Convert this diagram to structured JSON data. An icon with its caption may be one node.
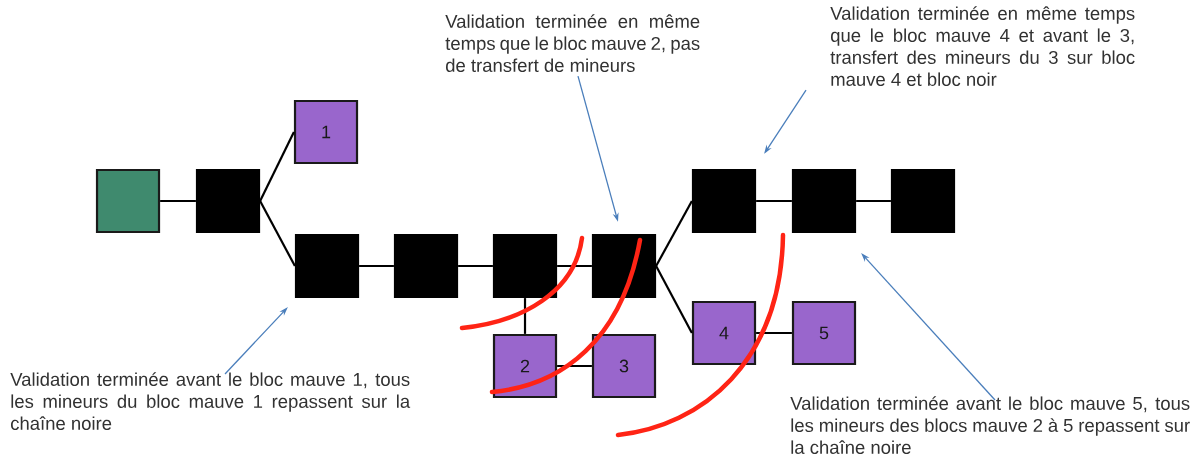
{
  "diagram": {
    "nodes": [
      {
        "text": [],
        "shape": "box"
      },
      {
        "text": [],
        "shape": "box"
      },
      {
        "text": [
          "1"
        ]
      },
      {
        "text": [],
        "shape": "box"
      },
      {
        "text": [],
        "shape": "box"
      },
      {
        "text": [],
        "shape": "box"
      },
      {
        "text": [],
        "shape": "box"
      },
      {
        "text": [
          "2"
        ]
      },
      {
        "text": [
          "3"
        ]
      },
      {
        "text": [],
        "shape": "box"
      },
      {
        "text": [],
        "shape": "box"
      },
      {
        "text": [],
        "shape": "box"
      },
      {
        "text": [
          "4"
        ]
      },
      {
        "text": [
          "5"
        ]
      },
      {
        "text": [
          "Validation terminée avant le bloc mauve 1, tous les mineurs du bloc mauve 1 repassent sur la chaîne noire"
        ]
      },
      {
        "text": [
          "Validation terminée en même temps que le bloc mauve 2, pas de transfert de mineurs"
        ]
      },
      {
        "text": [
          "Validation terminée en même temps que le bloc mauve 4 et avant le 3, transfert des mineurs du 3 sur bloc mauve 4 et bloc noir"
        ]
      },
      {
        "text": [
          "Validation terminée avant le bloc mauve 5, tous les mineurs des blocs mauve 2 à 5 repassent sur la chaîne noire"
        ]
      }
    ],
    "edges": [
      {
        "from": 0,
        "to": 1,
        "arrow": "none"
      },
      {
        "from": 1,
        "to": 2,
        "arrow": "none"
      },
      {
        "from": 1,
        "to": 3,
        "arrow": "none"
      },
      {
        "from": 3,
        "to": 4,
        "arrow": "none"
      },
      {
        "from": 4,
        "to": 5,
        "arrow": "none"
      },
      {
        "from": 5,
        "to": 6,
        "arrow": "none"
      },
      {
        "from": 5,
        "to": 7,
        "arrow": "none"
      },
      {
        "from": 7,
        "to": 8,
        "arrow": "none"
      },
      {
        "from": 6,
        "to": 9,
        "arrow": "none"
      },
      {
        "from": 6,
        "to": 12,
        "arrow": "none"
      },
      {
        "from": 9,
        "to": 10,
        "arrow": "none"
      },
      {
        "from": 10,
        "to": 11,
        "arrow": "none"
      },
      {
        "from": 12,
        "to": 13,
        "arrow": "none"
      },
      {
        "from": 14,
        "to": 3,
        "arrow": "to",
        "color": "#4a7ebb"
      },
      {
        "from": 15,
        "to": 6,
        "arrow": "to",
        "color": "#4a7ebb"
      },
      {
        "from": 16,
        "to": 9,
        "arrow": "to",
        "color": "#4a7ebb"
      },
      {
        "from": 17,
        "to": 10,
        "arrow": "to",
        "color": "#4a7ebb"
      }
    ]
  }
}
